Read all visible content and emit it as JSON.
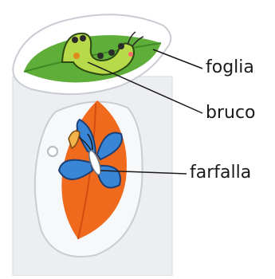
{
  "labels": {
    "leaf": "foglia",
    "caterpillar": "bruco",
    "butterfly": "farfalla"
  },
  "colors": {
    "leaf_green": "#5fae3a",
    "caterpillar_green": "#b7d94a",
    "orange_leaf": "#f06a1e",
    "butterfly_blue": "#3a86d6",
    "card_gray": "#e9ebee"
  }
}
